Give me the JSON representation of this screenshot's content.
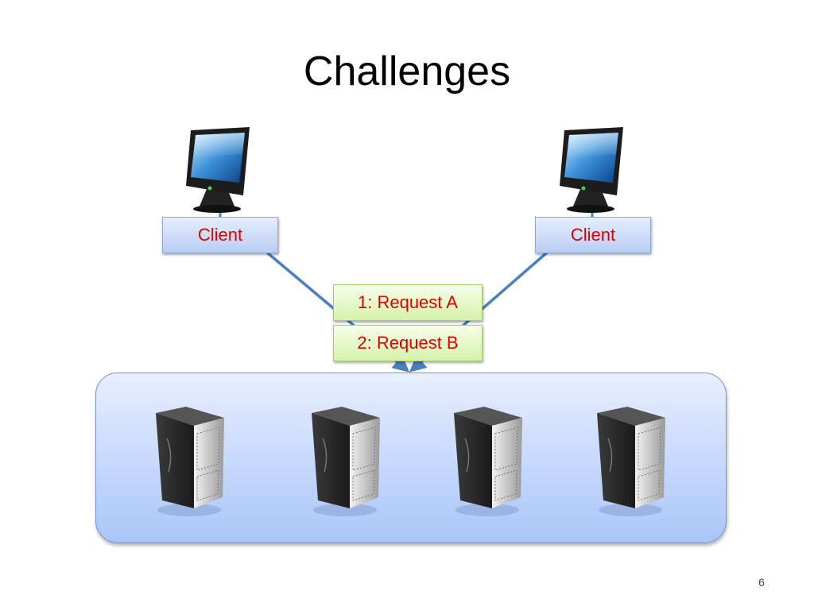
{
  "slide": {
    "title": "Challenges",
    "page_number": "6"
  },
  "clients": [
    {
      "label": "Client"
    },
    {
      "label": "Client"
    }
  ],
  "requests": [
    {
      "label": "1: Request A"
    },
    {
      "label": "2: Request B"
    }
  ],
  "servers": {
    "count": 4,
    "icon": "server-tower-icon"
  },
  "colors": {
    "label_text": "#e00000",
    "connector": "#4a7fc1",
    "server_zone_top": "#e8efff",
    "server_zone_bottom": "#a9c5f8"
  }
}
